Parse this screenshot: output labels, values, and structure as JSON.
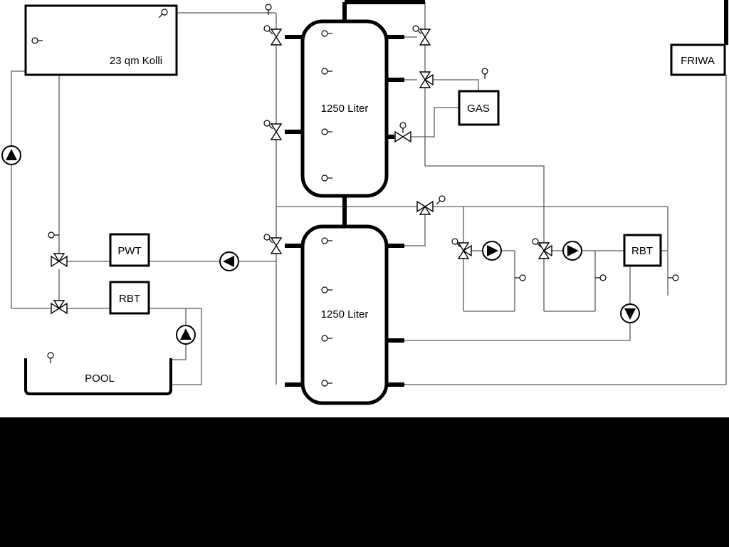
{
  "diagram": {
    "labels": {
      "collector": "23 qm Kolli",
      "tank_top": "1250 Liter",
      "tank_bottom": "1250 Liter",
      "gas": "GAS",
      "friwa": "FRIWA",
      "pwt": "PWT",
      "rbt_left": "RBT",
      "rbt_right": "RBT",
      "pool": "POOL"
    },
    "colors": {
      "pipe": "#5a5a5a",
      "component_stroke": "#000000",
      "background": "#ffffff",
      "letterbox": "#000000"
    },
    "icons": {
      "pump-icon": "circle-with-solid-triangle",
      "valve-icon": "bowtie-two-triangles",
      "three-way-valve-icon": "bowtie-with-third-triangle",
      "sensor-icon": "small-circle-with-stem"
    }
  }
}
